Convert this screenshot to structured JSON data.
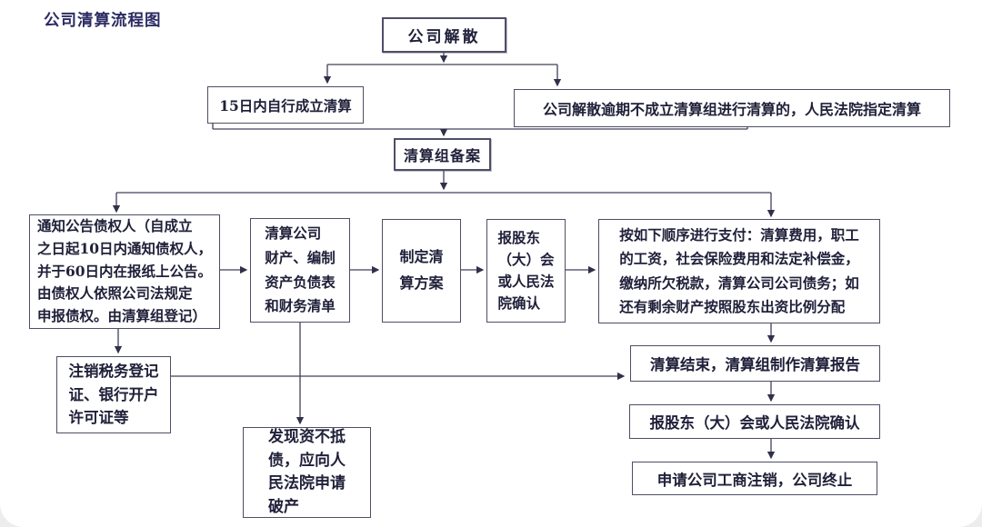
{
  "title": "公司清算流程图",
  "nodes": {
    "dissolve": {
      "label": "公司解散"
    },
    "self_liquidate": {
      "label": "15日内自行成立清算"
    },
    "court_designate": {
      "label": "公司解散逾期不成立清算组进行清算的，人民法院指定清算"
    },
    "filing": {
      "label": "清算组备案"
    },
    "notify_creditors": {
      "label": "通知公告债权人（自成立\n之日起10日内通知债权人，\n并于60日内在报纸上公告。\n由债权人依照公司法规定\n申报债权。由清算组登记）"
    },
    "liquidate_assets": {
      "label": "清算公司\n财产、编制\n资产负债表\n和财务清单"
    },
    "make_plan": {
      "label": "制定清\n算方案"
    },
    "confirm_plan": {
      "label": "报股东\n（大）会\n或人民法\n院确认"
    },
    "pay_order": {
      "label": "按如下顺序进行支付：清算费用，职工\n的工资，社会保险费用和法定补偿金，\n缴纳所欠税款，清算公司公司债务；如\n还有剩余财产按照股东出资比例分配"
    },
    "cancel_tax": {
      "label": "注销税务登记\n证、银行开户\n许可证等"
    },
    "bankruptcy": {
      "label": "发现资不抵\n债，应向人\n民法院申请\n破产"
    },
    "end_report": {
      "label": "清算结束，清算组制作清算报告"
    },
    "confirm_report": {
      "label": "报股东（大）会或人民法院确认"
    },
    "deregister": {
      "label": "申请公司工商注销，公司终止"
    }
  },
  "colors": {
    "background": "#ffffff",
    "line": "#40405c",
    "box_border": "#4e4e66",
    "text": "#20203a",
    "title": "#2b2b63"
  }
}
